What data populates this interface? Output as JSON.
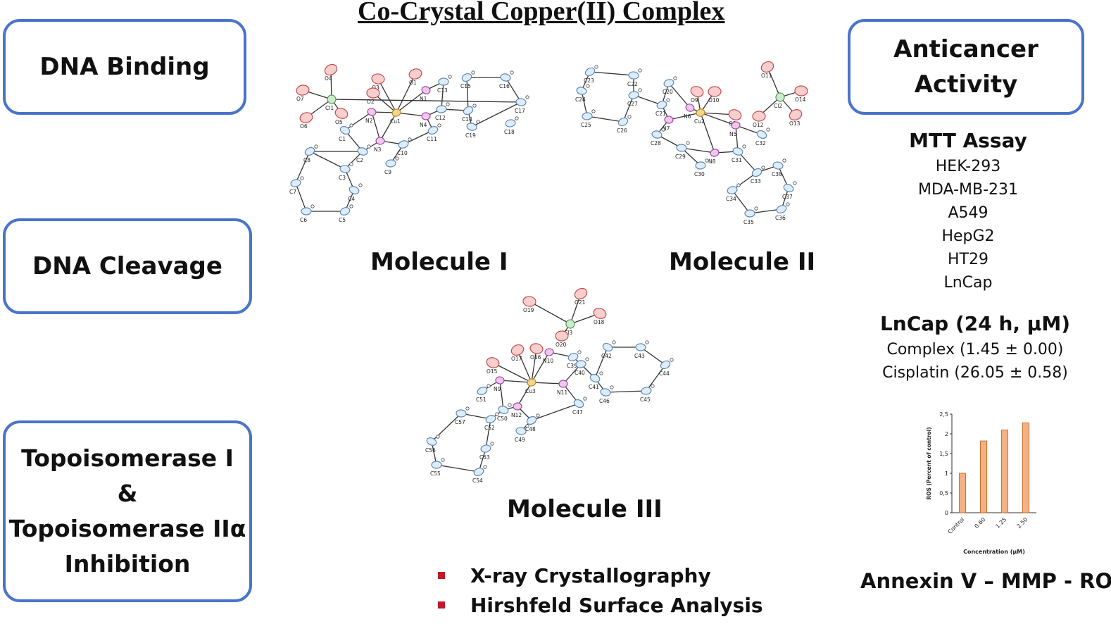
{
  "title": "Co-Crystal Copper(II) Complex",
  "left_boxes": [
    {
      "lines": [
        "DNA Binding"
      ]
    },
    {
      "lines": [
        "DNA Cleavage"
      ]
    },
    {
      "lines": [
        "Topoisomerase I",
        "&",
        "Topoisomerase IIα",
        "Inhibition"
      ]
    }
  ],
  "right_box": {
    "lines": [
      "Anticancer",
      "Activity"
    ]
  },
  "molecules": {
    "m1": {
      "label": "Molecule I",
      "atoms": [
        "O4",
        "O3",
        "O1",
        "N1",
        "C13",
        "C15",
        "C16",
        "O7",
        "Cl1",
        "O2",
        "Cu1",
        "N2",
        "C12",
        "C14",
        "C17",
        "O6",
        "O5",
        "N4",
        "C11",
        "C19",
        "C18",
        "C1",
        "N3",
        "C10",
        "C2",
        "C9",
        "C8",
        "C3",
        "C7",
        "C4",
        "C6",
        "C5"
      ]
    },
    "m2": {
      "label": "Molecule II",
      "atoms": [
        "C23",
        "C22",
        "C20",
        "O9",
        "O10",
        "O11",
        "C24",
        "C27",
        "N6",
        "O14",
        "C21",
        "Cl2",
        "C25",
        "C26",
        "N7",
        "Cu2",
        "O8",
        "O12",
        "O13",
        "C28",
        "N5",
        "C32",
        "C29",
        "N8",
        "C31",
        "C30",
        "C33",
        "C38",
        "C34",
        "C37",
        "C35",
        "C36"
      ]
    },
    "m3": {
      "label": "Molecule III",
      "atoms": [
        "O21",
        "O19",
        "Cl3",
        "O18",
        "O20",
        "O17",
        "O16",
        "N10",
        "C42",
        "C43",
        "C39",
        "O15",
        "C40",
        "C44",
        "N9",
        "Cu3",
        "C41",
        "N11",
        "C51",
        "C46",
        "C45",
        "C47",
        "C57",
        "C52",
        "C50",
        "N12",
        "C48",
        "C49",
        "C53",
        "C56",
        "C55",
        "C54"
      ]
    }
  },
  "mtt": {
    "heading": "MTT Assay",
    "cells": [
      "HEK-293",
      "MDA-MB-231",
      "A549",
      "HepG2",
      "HT29",
      "LnCap"
    ]
  },
  "lncap": {
    "heading": "LnCap (24 h, µM)",
    "rows": [
      "Complex (1.45 ± 0.00)",
      "Cisplatin (26.05 ± 0.58)"
    ]
  },
  "chart_data": {
    "type": "bar",
    "categories": [
      "Control",
      "0.60",
      "1.25",
      "2.50"
    ],
    "values": [
      1.0,
      1.82,
      2.1,
      2.28
    ],
    "ylabel": "ROS (Percent of control)",
    "xlabel": "Concentration (µM)",
    "ylim": [
      0,
      2.5
    ],
    "yticks": [
      "0",
      "0,5",
      "1",
      "1,5",
      "2",
      "2,5"
    ],
    "bar_color": "#f4b183",
    "bar_edge": "#c55a11"
  },
  "techniques": [
    "X-ray Crystallography",
    "Hirshfeld Surface Analysis"
  ],
  "assays_footer": "Annexin V – MMP - ROS",
  "colors": {
    "box_border": "#4a74c9",
    "bullet": "#c0192a"
  }
}
